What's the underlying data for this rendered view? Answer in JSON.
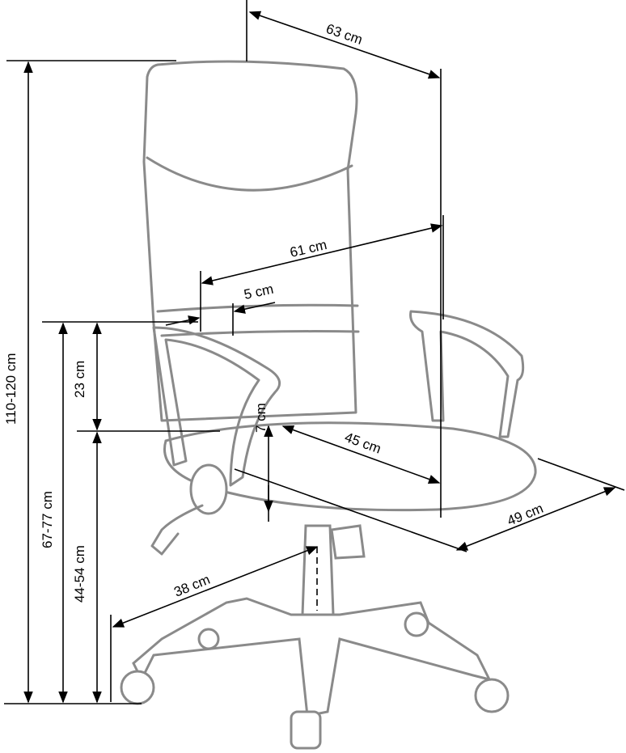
{
  "title": "Office chair dimensions",
  "colors": {
    "outline": "#8a8a8a",
    "dimension": "#000000"
  },
  "dimensions": {
    "total_depth": "63 cm",
    "total_width": "61 cm",
    "armrest_offset": "5 cm",
    "armrest_height": "23 cm",
    "total_height": "110-120 cm",
    "armrest_floor_height": "67-77 cm",
    "seat_height": "44-54 cm",
    "seat_thickness": "7 cm",
    "seat_depth": "45 cm",
    "seat_width": "49 cm",
    "base_radius": "38 cm"
  }
}
